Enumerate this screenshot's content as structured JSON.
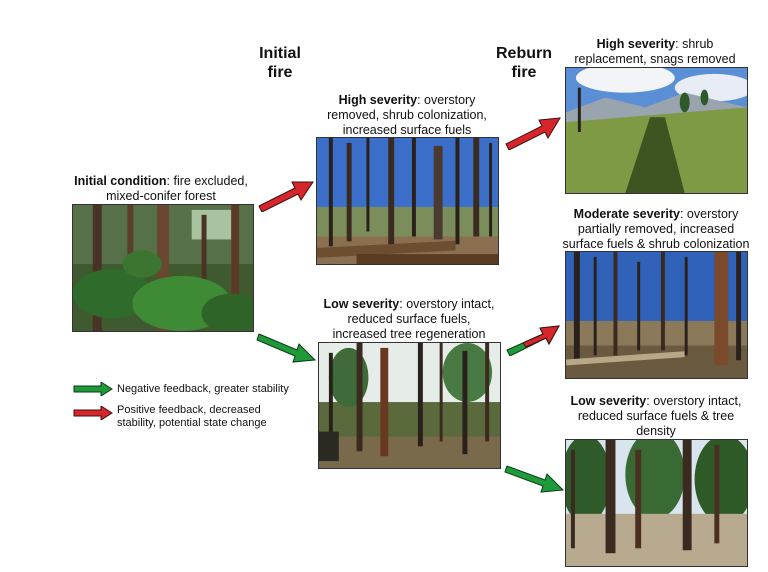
{
  "headers": {
    "initial": [
      "Initial",
      "fire"
    ],
    "reburn": [
      "Reburn",
      "fire"
    ]
  },
  "nodes": {
    "initial_condition": {
      "bold": "Initial condition",
      "rest": ": fire excluded,",
      "line2": "mixed-conifer forest"
    },
    "initial_high": {
      "bold": "High severity",
      "rest": ": overstory",
      "line2": "removed, shrub colonization,",
      "line3": "increased surface fuels"
    },
    "initial_low": {
      "bold": "Low severity",
      "rest": ": overstory intact,",
      "line2": "reduced surface fuels,",
      "line3": "increased tree regeneration"
    },
    "reburn_high": {
      "bold": "High severity",
      "rest": ": shrub",
      "line2": "replacement, snags removed"
    },
    "reburn_moderate": {
      "bold": "Moderate severity",
      "rest": ": overstory",
      "line2": "partially removed, increased",
      "line3": "surface fuels & shrub colonization"
    },
    "reburn_low": {
      "bold": "Low severity",
      "rest": ": overstory intact,",
      "line2": "reduced surface fuels & tree",
      "line3": "density"
    }
  },
  "legend": {
    "negative": "Negative feedback, greater stability",
    "positive_line1": "Positive feedback, decreased",
    "positive_line2": "stability, potential state change"
  },
  "colors": {
    "negative": "#1e9a3a",
    "positive": "#d6262b"
  }
}
